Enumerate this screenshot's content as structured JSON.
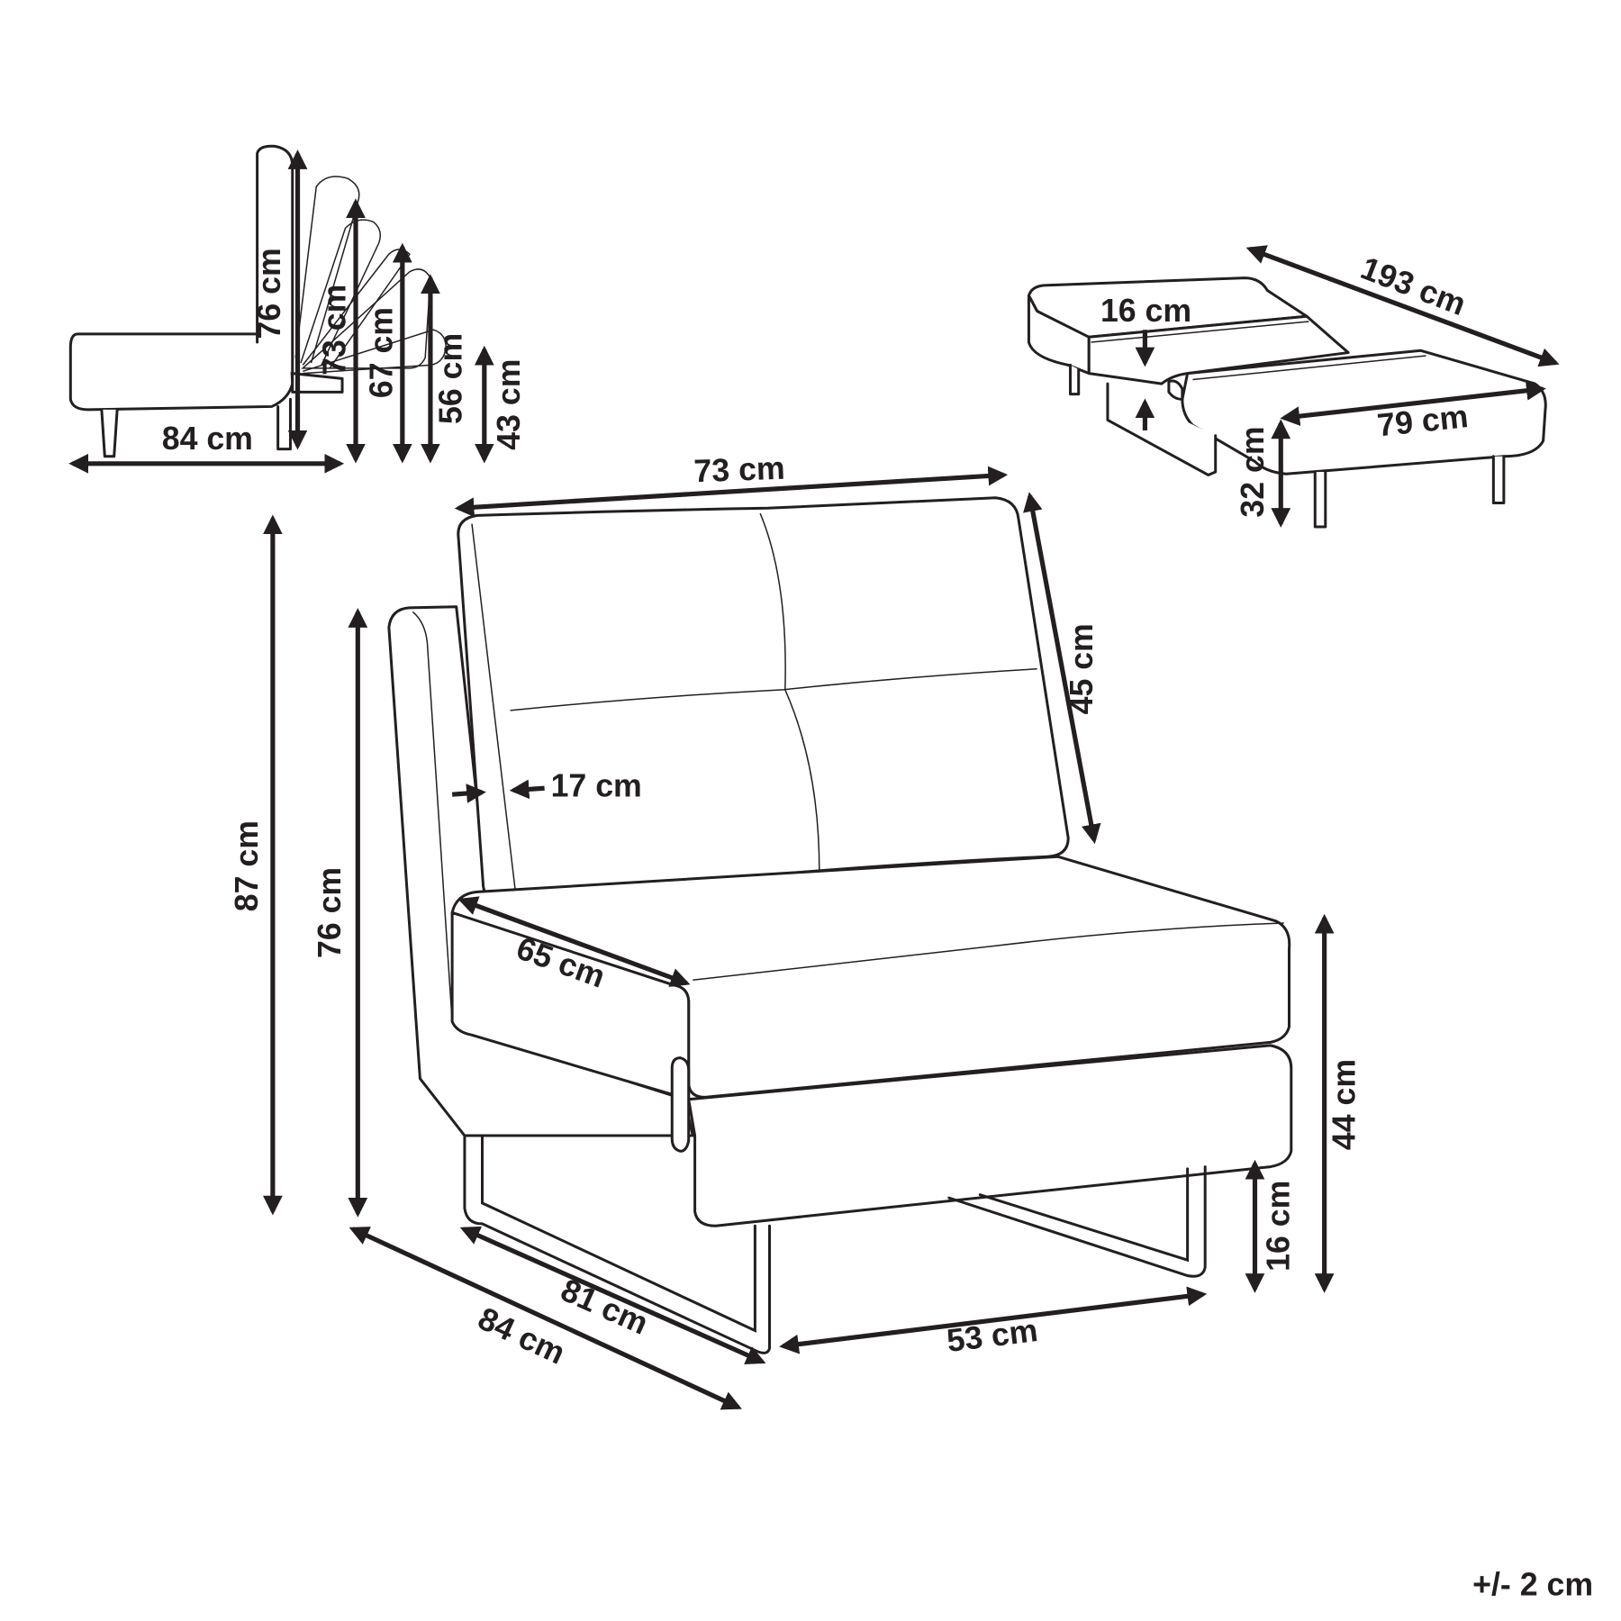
{
  "side_view": {
    "depth": "84 cm",
    "back_heights": [
      "76 cm",
      "73 cm",
      "67 cm",
      "56 cm",
      "43 cm"
    ]
  },
  "bed_view": {
    "length": "193 cm",
    "mattress_thickness": "16 cm",
    "width": "79 cm",
    "sleeping_height": "32 cm"
  },
  "main_view": {
    "backrest_width": "73 cm",
    "backrest_height": "45 cm",
    "backrest_thickness": "17 cm",
    "total_height": "87 cm",
    "side_height": "76 cm",
    "seat_depth": "65 cm",
    "seat_height": "44 cm",
    "leg_height": "16 cm",
    "total_depth": "84 cm",
    "base_depth": "81 cm",
    "base_width": "53 cm"
  },
  "tolerance": "+/- 2 cm",
  "colors": {
    "line": "#231f20",
    "background": "#ffffff"
  }
}
